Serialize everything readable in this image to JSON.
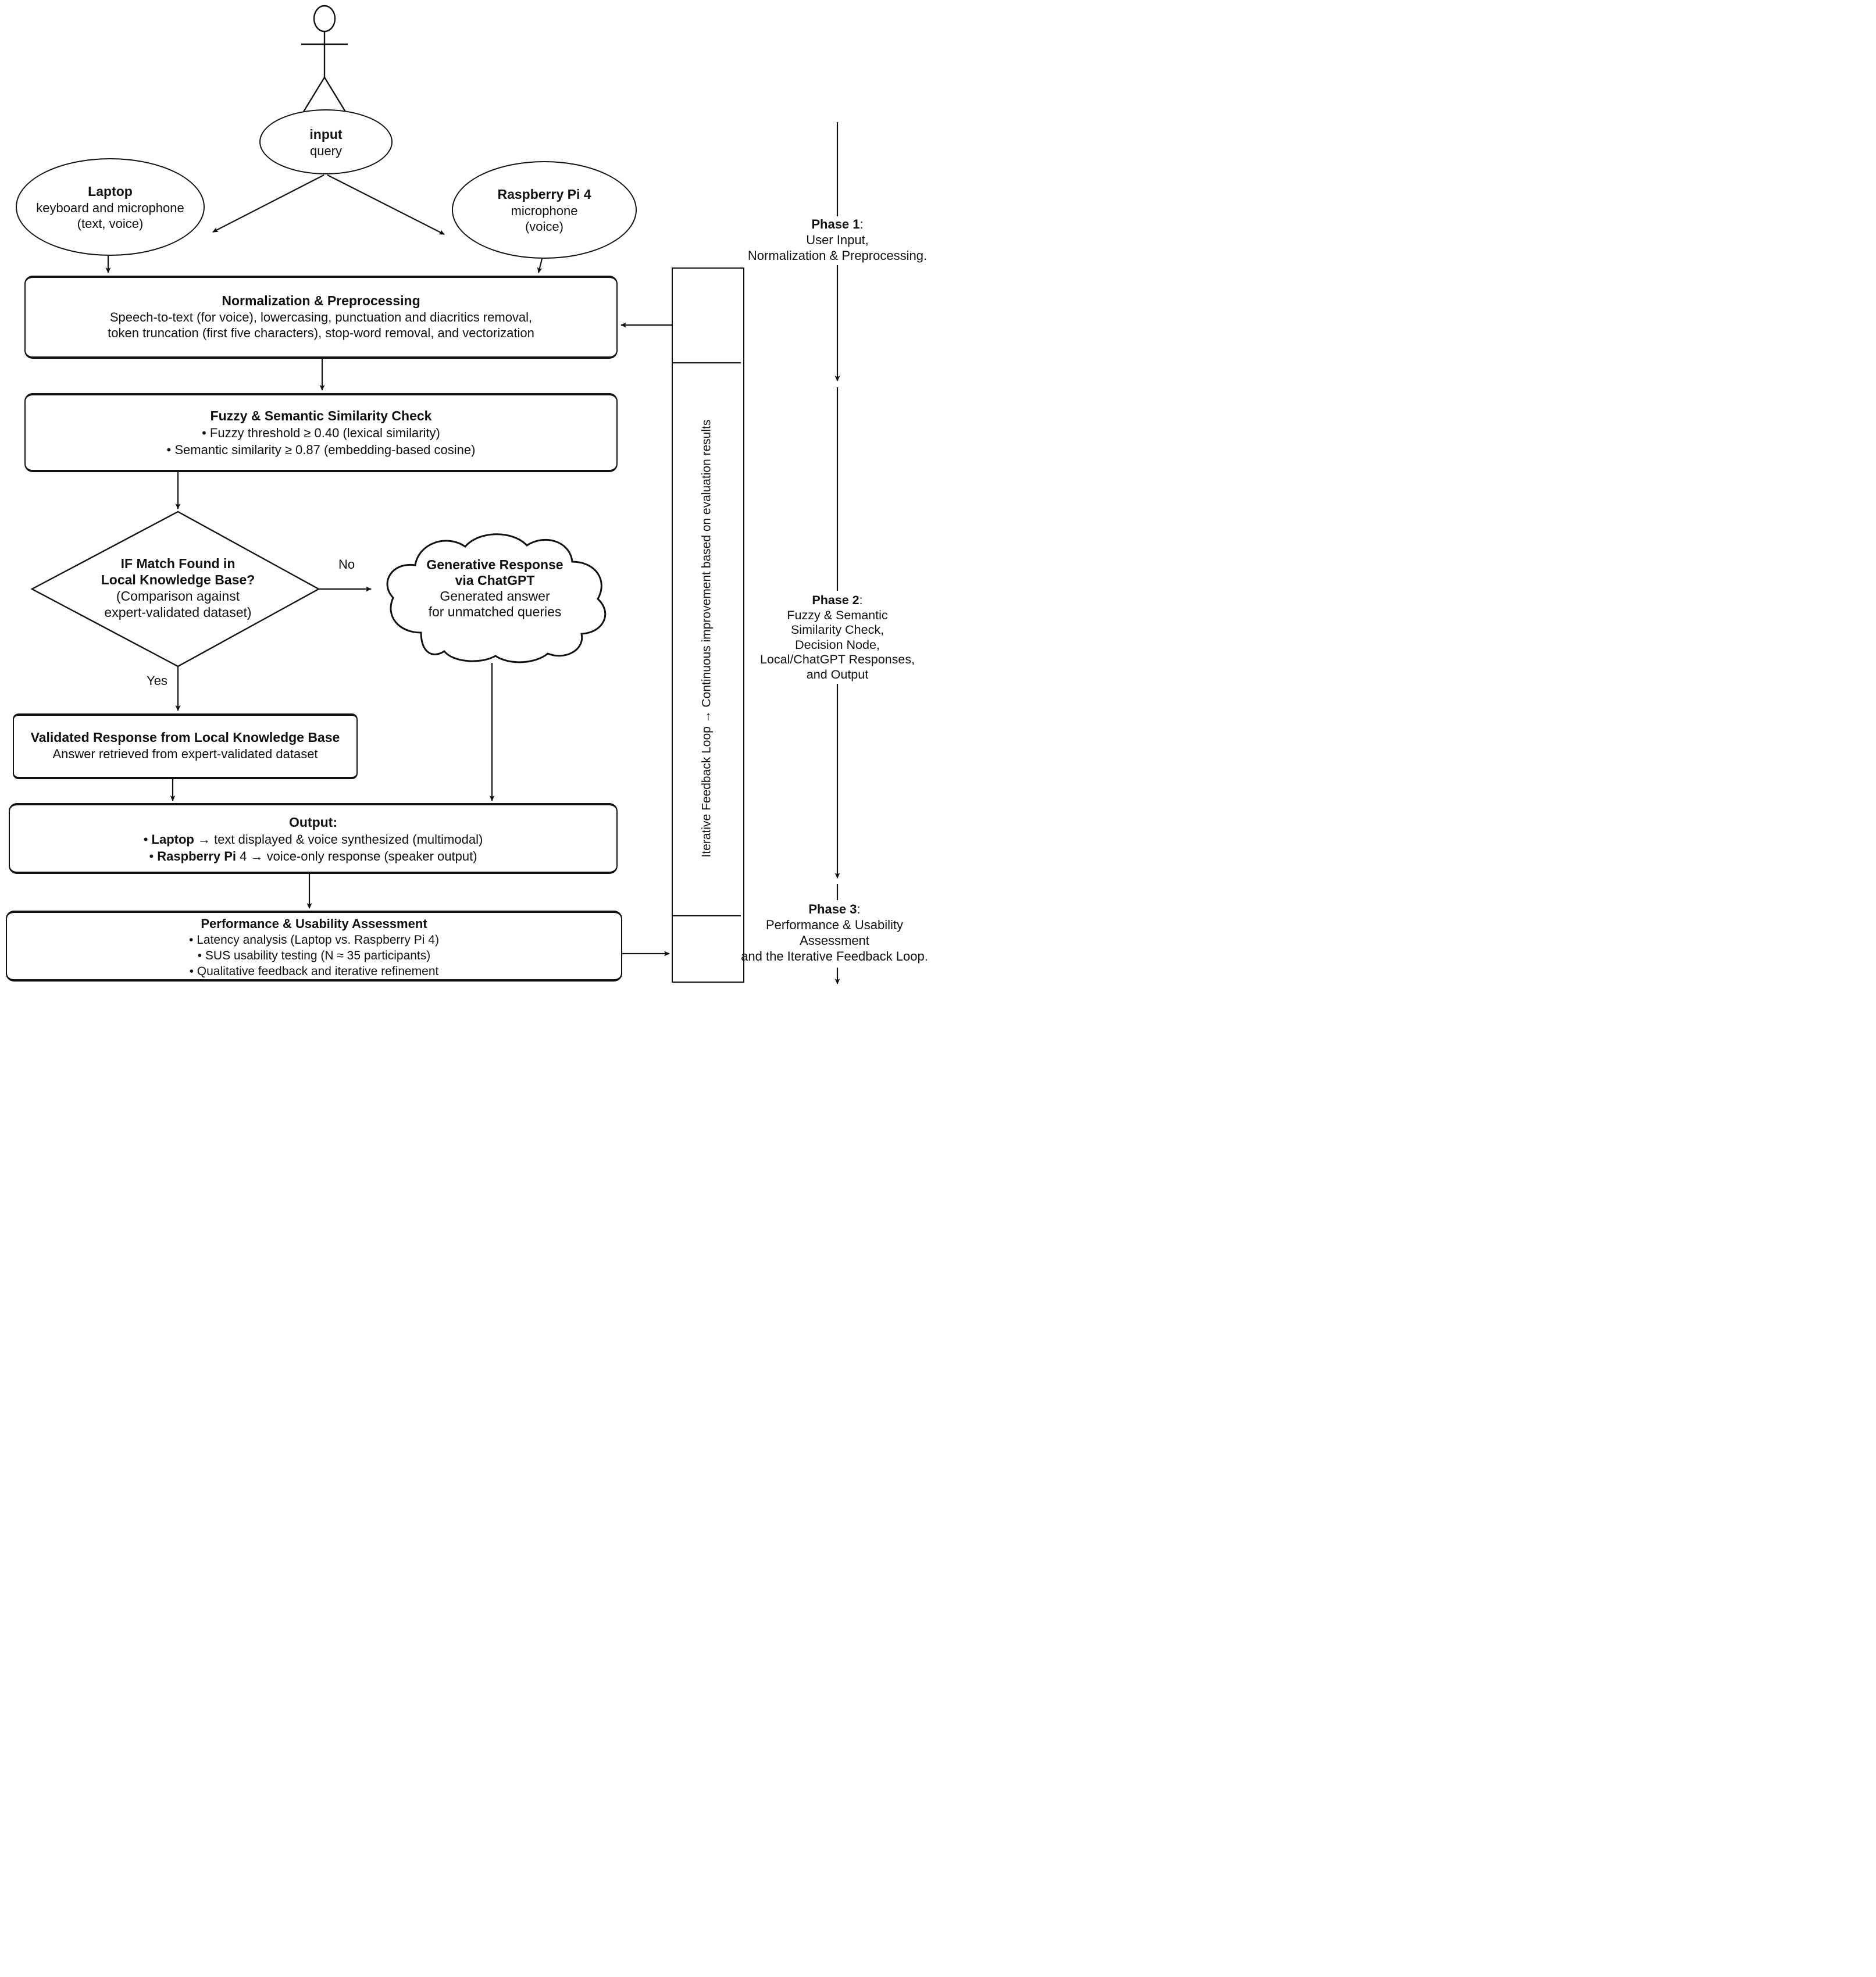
{
  "diagram": {
    "colors": {
      "stroke": "#111111",
      "background": "#ffffff"
    },
    "input_ellipse": {
      "title": "input",
      "subtitle": "query"
    },
    "laptop_ellipse": {
      "title": "Laptop",
      "line2": "keyboard and microphone",
      "line3": "(text, voice)"
    },
    "rpi_ellipse": {
      "title": "Raspberry Pi 4",
      "line2": "microphone",
      "line3": "(voice)"
    },
    "normalization_box": {
      "title": "Normalization & Preprocessing",
      "line2": "Speech-to-text (for voice), lowercasing, punctuation and diacritics removal,",
      "line3": "token truncation (first five characters), stop-word removal, and vectorization"
    },
    "fuzzy_box": {
      "title": "Fuzzy & Semantic Similarity Check",
      "bullet1": "• Fuzzy threshold ≥ 0.40 (lexical similarity)",
      "bullet2": "• Semantic similarity ≥ 0.87 (embedding-based cosine)"
    },
    "decision_diamond": {
      "line1": "IF Match Found in",
      "line2": "Local Knowledge Base?",
      "line3": "(Comparison against",
      "line4": "expert-validated dataset)"
    },
    "no_label": "No",
    "yes_label": "Yes",
    "cloud": {
      "line1": "Generative Response",
      "line2": "via ChatGPT",
      "line3": "Generated answer",
      "line4": "for unmatched queries"
    },
    "validated_box": {
      "title": "Validated Response from Local Knowledge Base",
      "line2": "Answer retrieved from expert-validated dataset"
    },
    "output_box": {
      "title": "Output:",
      "bullets": [
        {
          "pre": "• ",
          "bold": "Laptop",
          "rest": " → text displayed & voice synthesized (multimodal)"
        },
        {
          "pre": "• ",
          "bold": "Raspberry Pi",
          "rest": " 4 → voice-only response (speaker output)"
        }
      ]
    },
    "performance_box": {
      "title": "Performance & Usability Assessment",
      "bullet1": "• Latency analysis (Laptop vs. Raspberry Pi 4)",
      "bullet2": "• SUS usability testing (N ≈ 35 participants)",
      "bullet3": "• Qualitative feedback and iterative refinement"
    },
    "feedback_bar": {
      "text": "Iterative Feedback Loop → Continuous improvement based on evaluation results"
    },
    "phases": {
      "phase1": {
        "bold": "Phase 1",
        "colon": ":",
        "line2": "User Input,",
        "line3": "Normalization & Preprocessing."
      },
      "phase2": {
        "bold": "Phase 2",
        "colon": ":",
        "line2": "Fuzzy & Semantic",
        "line3": "Similarity Check,",
        "line4": "Decision Node,",
        "line5": "Local/ChatGPT Responses,",
        "line6": "and Output"
      },
      "phase3": {
        "bold": "Phase 3",
        "colon": ":",
        "line2": "Performance & Usability",
        "line3": "Assessment",
        "line4": "and the Iterative Feedback Loop."
      }
    }
  }
}
